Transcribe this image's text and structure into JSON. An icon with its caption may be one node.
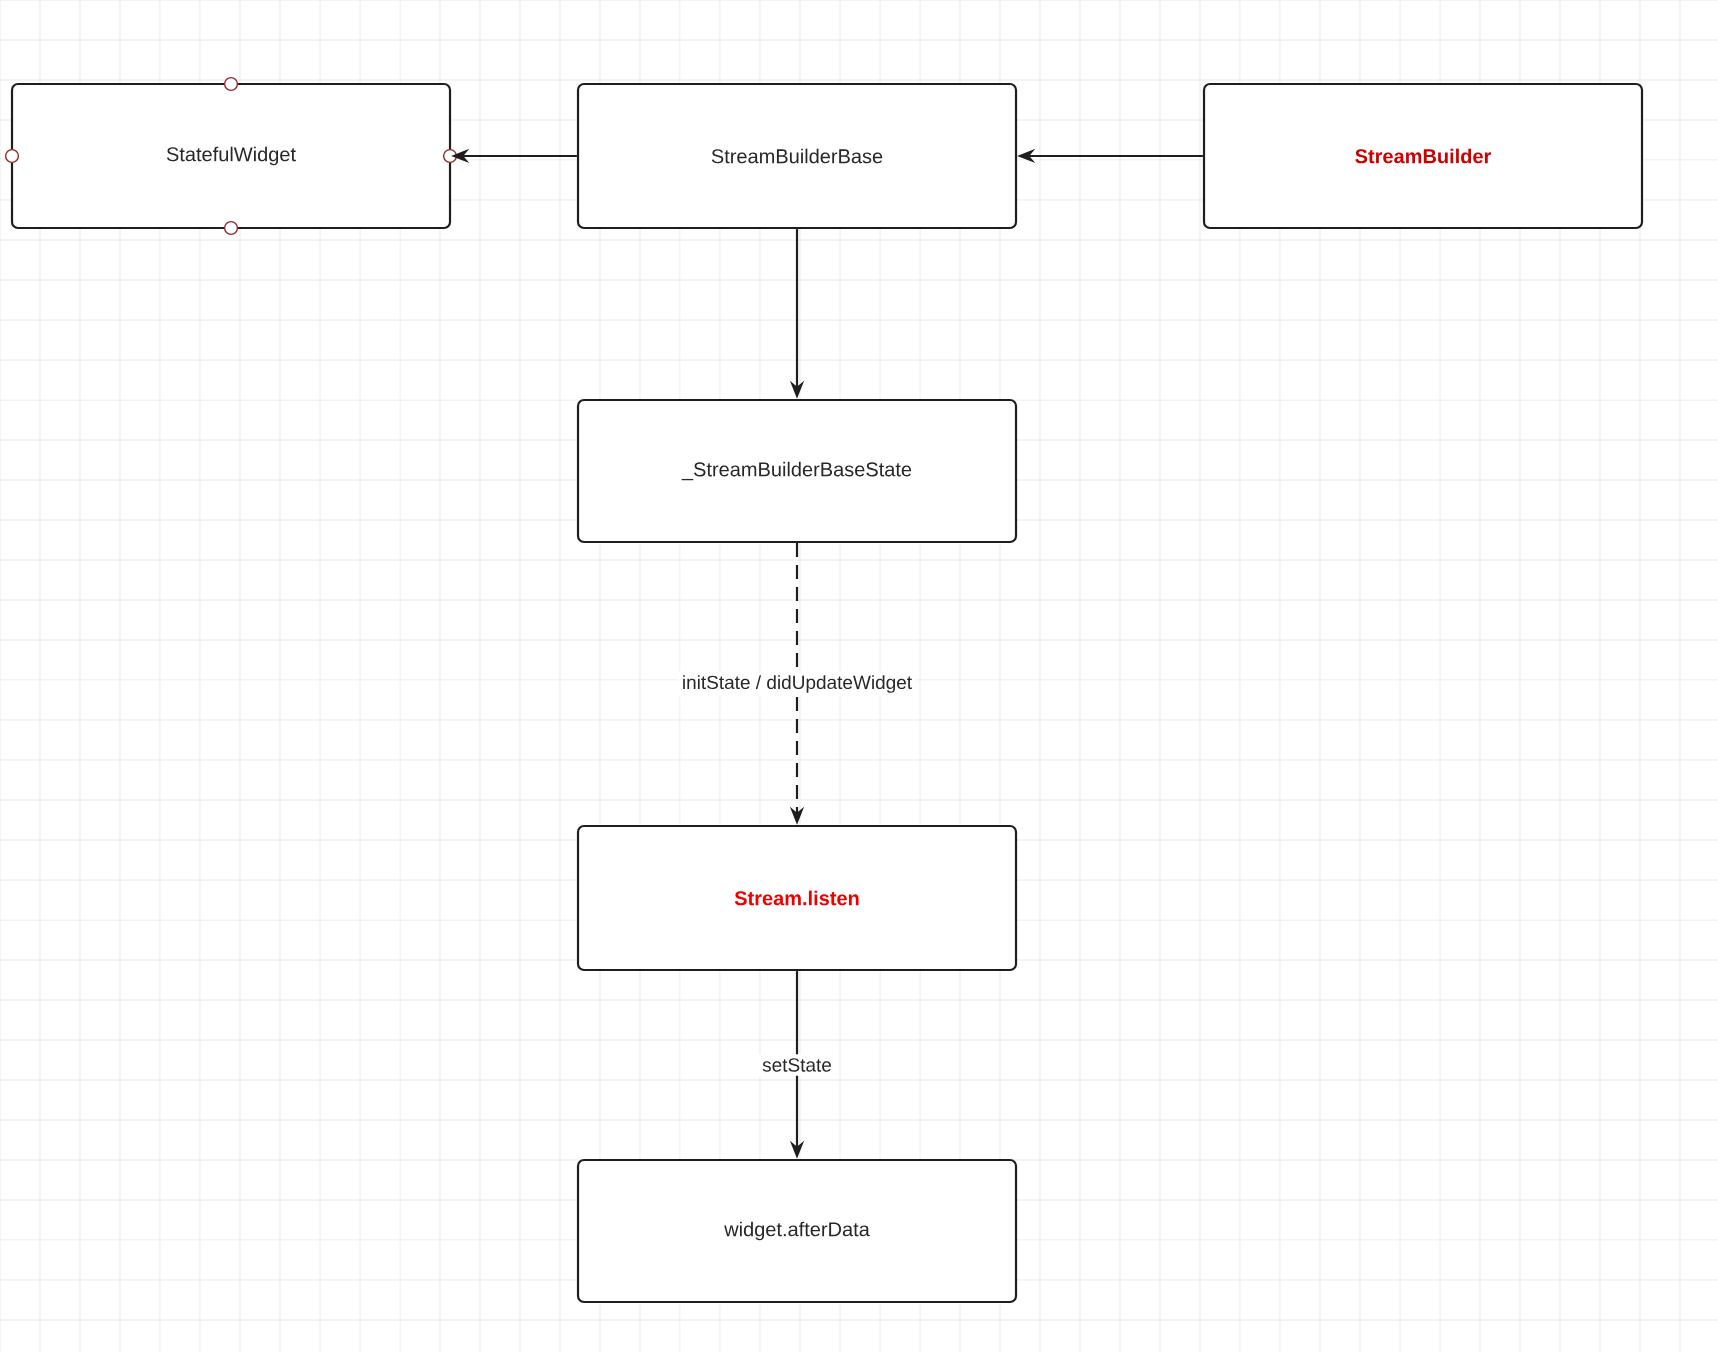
{
  "diagram": {
    "nodes": [
      {
        "text": [
          "StatefulWidget"
        ]
      },
      {
        "text": [
          "StreamBuilderBase"
        ]
      },
      {
        "text": [
          "StreamBuilder"
        ]
      },
      {
        "text": [
          "_StreamBuilderBaseState"
        ]
      },
      {
        "text": [
          "Stream.listen"
        ]
      },
      {
        "text": [
          "widget.afterData"
        ]
      }
    ],
    "edges": [
      {
        "from": 1,
        "to": 0,
        "arrow": "to"
      },
      {
        "from": 2,
        "to": 1,
        "arrow": "to"
      },
      {
        "from": 1,
        "to": 3,
        "arrow": "to"
      },
      {
        "from": 3,
        "to": 4,
        "arrow": "to",
        "style": "dashed",
        "label": "initState / didUpdateWidget"
      },
      {
        "from": 4,
        "to": 5,
        "arrow": "to",
        "label": "setState"
      }
    ]
  }
}
